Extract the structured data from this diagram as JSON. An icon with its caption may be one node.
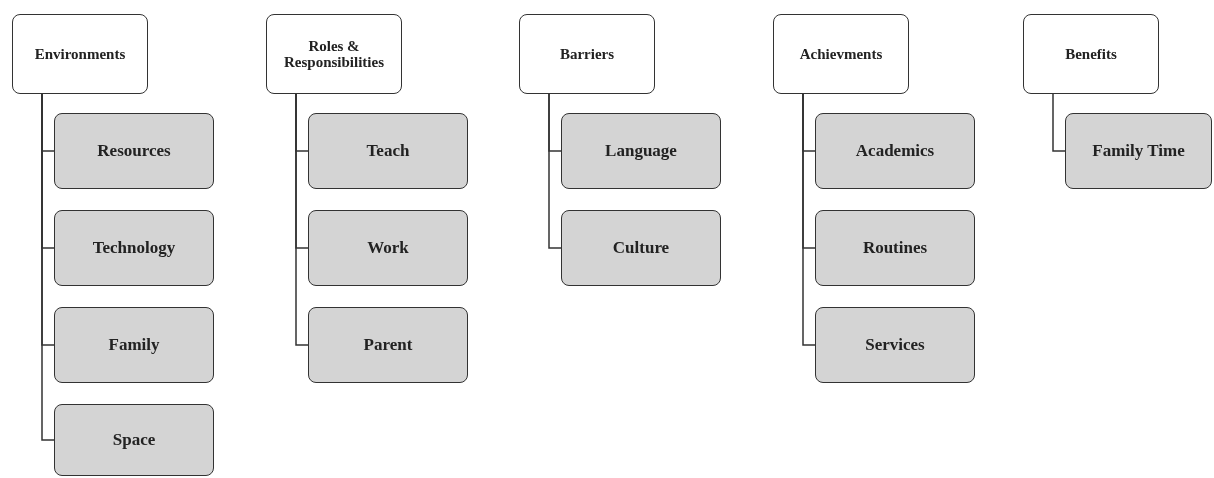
{
  "diagram": {
    "nodes": [
      {
        "text": [
          "Environments"
        ]
      },
      {
        "text": [
          "Resources"
        ]
      },
      {
        "text": [
          "Technology"
        ]
      },
      {
        "text": [
          "Family"
        ]
      },
      {
        "text": [
          "Space"
        ]
      },
      {
        "text": [
          "Roles & Responsibilities"
        ]
      },
      {
        "text": [
          "Teach"
        ]
      },
      {
        "text": [
          "Work"
        ]
      },
      {
        "text": [
          "Parent"
        ]
      },
      {
        "text": [
          "Barriers"
        ]
      },
      {
        "text": [
          "Language"
        ]
      },
      {
        "text": [
          "Culture"
        ]
      },
      {
        "text": [
          "Achievments"
        ]
      },
      {
        "text": [
          "Academics"
        ]
      },
      {
        "text": [
          "Routines"
        ]
      },
      {
        "text": [
          "Services"
        ]
      },
      {
        "text": [
          "Benefits"
        ]
      },
      {
        "text": [
          "Family Time"
        ]
      }
    ],
    "edges": [
      {
        "from": 0,
        "to": 1,
        "arrow": "none"
      },
      {
        "from": 0,
        "to": 2,
        "arrow": "none"
      },
      {
        "from": 0,
        "to": 3,
        "arrow": "none"
      },
      {
        "from": 0,
        "to": 4,
        "arrow": "none"
      },
      {
        "from": 5,
        "to": 6,
        "arrow": "none"
      },
      {
        "from": 5,
        "to": 7,
        "arrow": "none"
      },
      {
        "from": 5,
        "to": 8,
        "arrow": "none"
      },
      {
        "from": 9,
        "to": 10,
        "arrow": "none"
      },
      {
        "from": 9,
        "to": 11,
        "arrow": "none"
      },
      {
        "from": 12,
        "to": 13,
        "arrow": "none"
      },
      {
        "from": 12,
        "to": 14,
        "arrow": "none"
      },
      {
        "from": 12,
        "to": 15,
        "arrow": "none"
      },
      {
        "from": 16,
        "to": 17,
        "arrow": "none"
      }
    ]
  }
}
